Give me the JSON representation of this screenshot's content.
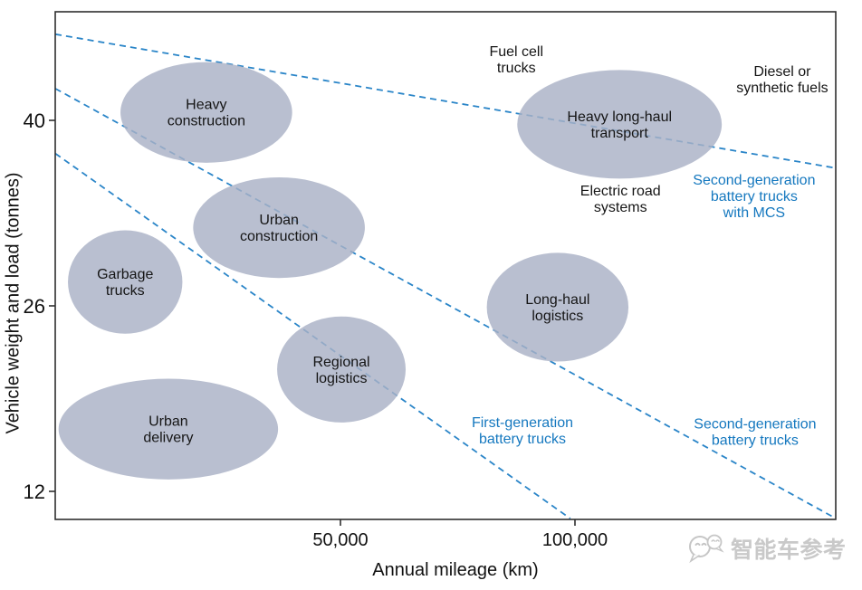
{
  "chart_data": {
    "type": "scatter",
    "subtype": "bubble-region-diagram",
    "title": "",
    "xlabel": "Annual mileage (km)",
    "ylabel": "Vehicle weight and load (tonnes)",
    "grid": false,
    "legend": "none",
    "x_ticks": [
      {
        "value": 50000,
        "label": "50,000"
      },
      {
        "value": 100000,
        "label": "100,000"
      }
    ],
    "y_ticks": [
      {
        "value": 40,
        "label": "40"
      },
      {
        "value": 26,
        "label": "26"
      },
      {
        "value": 12,
        "label": "12"
      }
    ],
    "x_range_km": [
      -10800,
      155600
    ],
    "y_range_tonnes": [
      9.7,
      48.3
    ],
    "colors": {
      "bubble_fill": "#a9b1c6",
      "boundary_line": "#2a85c8",
      "blue_label": "#1578bf",
      "black_label": "#151515",
      "axis": "#2f2f2f"
    },
    "bubbles": [
      {
        "label_lines": [
          "Heavy",
          "construction"
        ],
        "x_km": 21400,
        "y_t": 40.6,
        "rx_km": 18300,
        "ry_t": 3.8
      },
      {
        "label_lines": [
          "Urban",
          "construction"
        ],
        "x_km": 36900,
        "y_t": 31.9,
        "rx_km": 18300,
        "ry_t": 3.8
      },
      {
        "label_lines": [
          "Garbage",
          "trucks"
        ],
        "x_km": 4100,
        "y_t": 27.8,
        "rx_km": 12200,
        "ry_t": 3.9
      },
      {
        "label_lines": [
          "Urban",
          "delivery"
        ],
        "x_km": 13300,
        "y_t": 16.7,
        "rx_km": 23400,
        "ry_t": 3.8
      },
      {
        "label_lines": [
          "Regional",
          "logistics"
        ],
        "x_km": 50200,
        "y_t": 21.2,
        "rx_km": 13700,
        "ry_t": 4.0
      },
      {
        "label_lines": [
          "Long-haul",
          "logistics"
        ],
        "x_km": 96300,
        "y_t": 25.9,
        "rx_km": 15100,
        "ry_t": 4.1
      },
      {
        "label_lines": [
          "Heavy long-haul",
          "transport"
        ],
        "x_km": 109500,
        "y_t": 39.7,
        "rx_km": 21800,
        "ry_t": 4.1
      }
    ],
    "boundary_lines": [
      {
        "name": "fuel-cell-vs-diesel",
        "x1_km": -10800,
        "y1_t": 46.5,
        "x2_km": 155600,
        "y2_t": 36.4
      },
      {
        "name": "second-gen-battery-mcs",
        "x1_km": -10800,
        "y1_t": 42.4,
        "x2_km": 155400,
        "y2_t": 10.0
      },
      {
        "name": "first-gen-battery",
        "x1_km": -10800,
        "y1_t": 37.5,
        "x2_km": 99000,
        "y2_t": 9.95
      }
    ],
    "annotations": [
      {
        "lines": [
          "Fuel cell",
          "trucks"
        ],
        "x_km": 87500,
        "y_t": 44.6,
        "color": "black"
      },
      {
        "lines": [
          "Diesel or",
          "synthetic fuels"
        ],
        "x_km": 144200,
        "y_t": 43.1,
        "color": "black"
      },
      {
        "lines": [
          "Electric road",
          "systems"
        ],
        "x_km": 109700,
        "y_t": 34.1,
        "color": "black"
      },
      {
        "lines": [
          "Second-generation",
          "battery trucks",
          "with MCS"
        ],
        "x_km": 138200,
        "y_t": 34.3,
        "color": "blue"
      },
      {
        "lines": [
          "First-generation",
          "battery trucks"
        ],
        "x_km": 88800,
        "y_t": 16.6,
        "color": "blue"
      },
      {
        "lines": [
          "Second-generation",
          "battery trucks"
        ],
        "x_km": 138400,
        "y_t": 16.5,
        "color": "blue"
      }
    ]
  },
  "watermark": {
    "text": "智能车参考",
    "icon": "wechat-chat-bubbles-icon"
  }
}
